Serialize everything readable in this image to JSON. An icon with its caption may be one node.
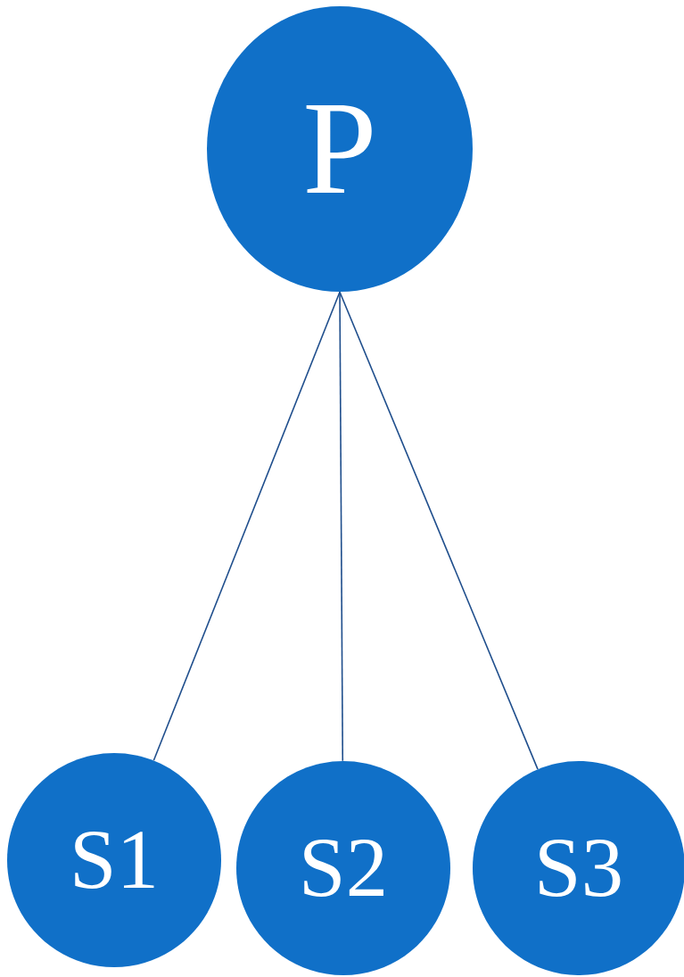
{
  "diagram": {
    "nodes": [
      {
        "text": [
          "P"
        ]
      },
      {
        "text": [
          "S1"
        ]
      },
      {
        "text": [
          "S2"
        ]
      },
      {
        "text": [
          "S3"
        ]
      }
    ],
    "edges": [
      {
        "from": 0,
        "to": 1,
        "arrow": "none"
      },
      {
        "from": 0,
        "to": 2,
        "arrow": "none"
      },
      {
        "from": 0,
        "to": 3,
        "arrow": "none"
      }
    ]
  }
}
